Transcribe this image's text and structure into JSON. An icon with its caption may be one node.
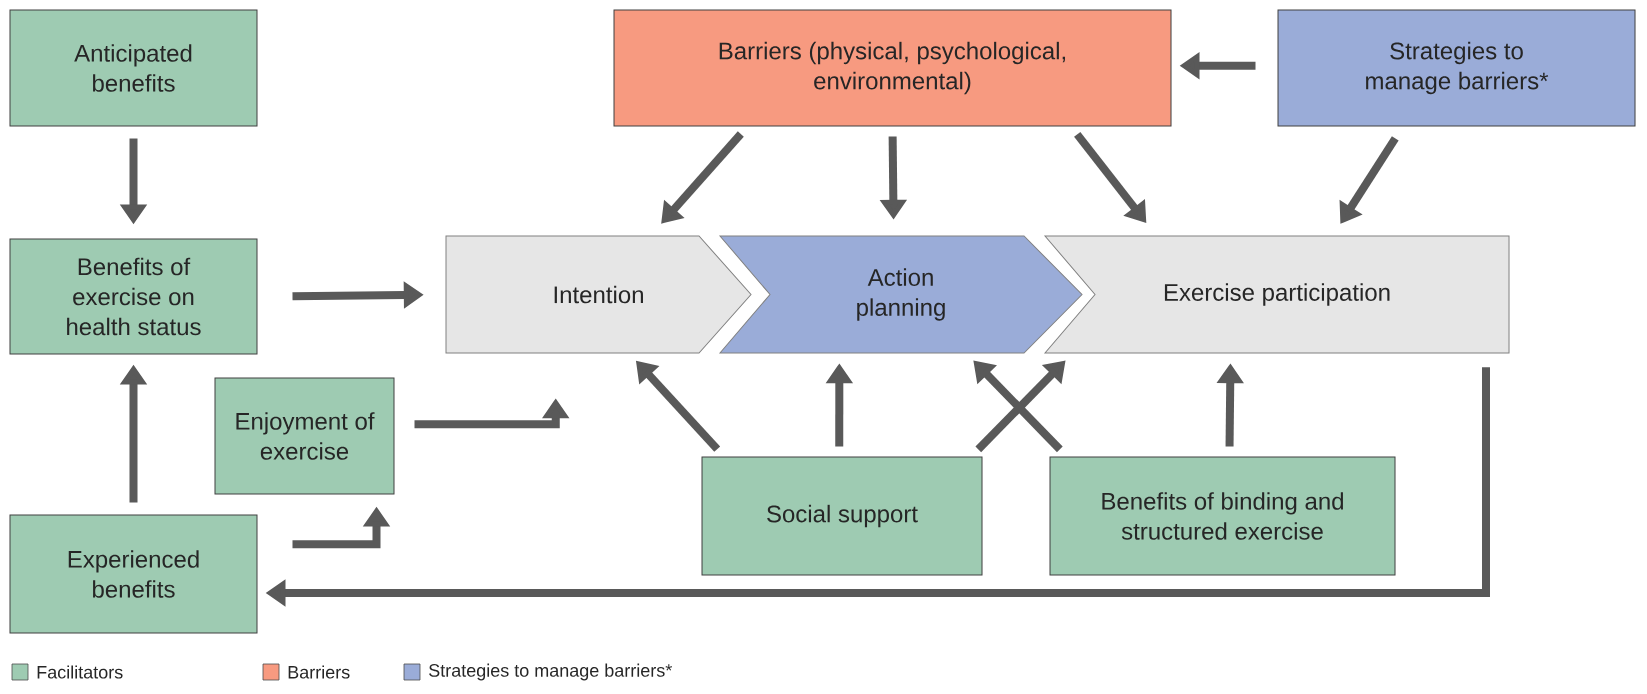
{
  "diagram": {
    "nodes": [
      {
        "text": [
          "Anticipated benefits"
        ]
      },
      {
        "text": [
          "Barriers (physical, psychological, environmental)"
        ]
      },
      {
        "text": [
          "Strategies to manage barriers*"
        ]
      },
      {
        "text": [
          "Benefits of exercise on health status"
        ]
      },
      {
        "text": [
          "Intention"
        ]
      },
      {
        "text": [
          "Action planning"
        ]
      },
      {
        "text": [
          "Exercise participation"
        ]
      },
      {
        "text": [
          "Enjoyment of exercise"
        ]
      },
      {
        "text": [
          "Social support"
        ]
      },
      {
        "text": [
          "Benefits of binding and structured exercise"
        ]
      },
      {
        "text": [
          "Experienced benefits"
        ]
      }
    ],
    "edges": [
      {
        "from": 0,
        "to": 3,
        "arrow": "to"
      },
      {
        "from": 3,
        "to": 4,
        "arrow": "to"
      },
      {
        "from": 1,
        "to": 4,
        "arrow": "to"
      },
      {
        "from": 1,
        "to": 5,
        "arrow": "to"
      },
      {
        "from": 1,
        "to": 6,
        "arrow": "to"
      },
      {
        "from": 2,
        "to": 1,
        "arrow": "to"
      },
      {
        "from": 2,
        "to": 6,
        "arrow": "to"
      },
      {
        "from": 7,
        "to": 4,
        "arrow": "to"
      },
      {
        "from": 10,
        "to": 3,
        "arrow": "to"
      },
      {
        "from": 10,
        "to": 7,
        "arrow": "to"
      },
      {
        "from": 8,
        "to": 4,
        "arrow": "to"
      },
      {
        "from": 8,
        "to": 5,
        "arrow": "to"
      },
      {
        "from": 8,
        "to": 6,
        "arrow": "to"
      },
      {
        "from": 9,
        "to": 5,
        "arrow": "to"
      },
      {
        "from": 9,
        "to": 6,
        "arrow": "to"
      },
      {
        "from": 6,
        "to": 10,
        "arrow": "to"
      }
    ],
    "legend": [
      {
        "text": "Facilitators",
        "color": "#9ecbb2"
      },
      {
        "text": "Barriers",
        "color": "#f79a80"
      },
      {
        "text": "Strategies to manage barriers*",
        "color": "#9aacd8"
      }
    ]
  }
}
